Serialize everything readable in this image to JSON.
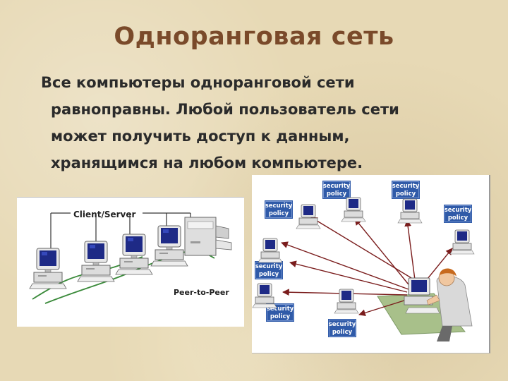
{
  "slide": {
    "title": "Одноранговая сеть",
    "body_lines": [
      "Все компьютеры одноранговой сети",
      "равноправны. Любой пользователь сети",
      "может получить доступ к данным,",
      "хранящимся на любом компьютере."
    ]
  },
  "left_diagram": {
    "client_server_label": "Client/Server",
    "peer_label": "Peer-to-Peer"
  },
  "right_diagram": {
    "policy_line1": "security",
    "policy_line2": "policy"
  },
  "colors": {
    "background": "#e7d9b5",
    "title": "#7a4a2a",
    "screen": "#1e2a86",
    "cable": "#3a8a3a",
    "arrow": "#7a1c1c",
    "policy_box": "#2f5aa8"
  },
  "icons": [
    "computer-icon",
    "printer-icon",
    "person-icon",
    "arrow-icon"
  ]
}
